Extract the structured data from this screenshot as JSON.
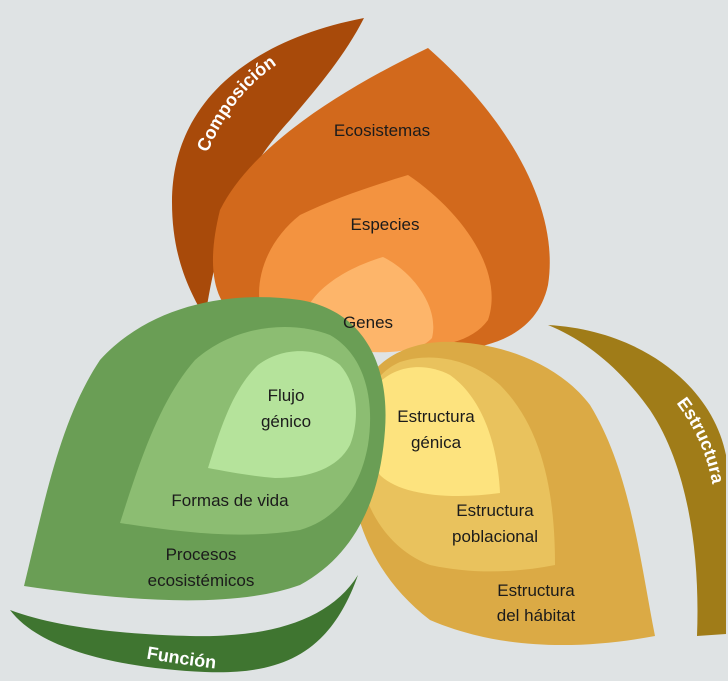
{
  "colors": {
    "background": "#dfe3e4",
    "composition_band": "#a84a0a",
    "composition_outer": "#d2691c",
    "composition_middle": "#f39340",
    "composition_inner": "#fdb56a",
    "function_band": "#3f7530",
    "function_outer": "#6a9e55",
    "function_middle": "#8cbd72",
    "function_inner": "#b5e39b",
    "structure_band": "#a07c18",
    "structure_outer": "#dbaa45",
    "structure_middle": "#e9c25d",
    "structure_inner": "#fde37e"
  },
  "composition": {
    "title": "Composición",
    "outer": "Ecosistemas",
    "middle": "Especies",
    "inner": "Genes"
  },
  "function": {
    "title": "Función",
    "inner_line1": "Flujo",
    "inner_line2": "génico",
    "middle": "Formas de vida",
    "outer_line1": "Procesos",
    "outer_line2": "ecosistémicos"
  },
  "structure": {
    "title": "Estructura",
    "inner_line1": "Estructura",
    "inner_line2": "génica",
    "middle_line1": "Estructura",
    "middle_line2": "poblacional",
    "outer_line1": "Estructura",
    "outer_line2": "del hábitat"
  }
}
